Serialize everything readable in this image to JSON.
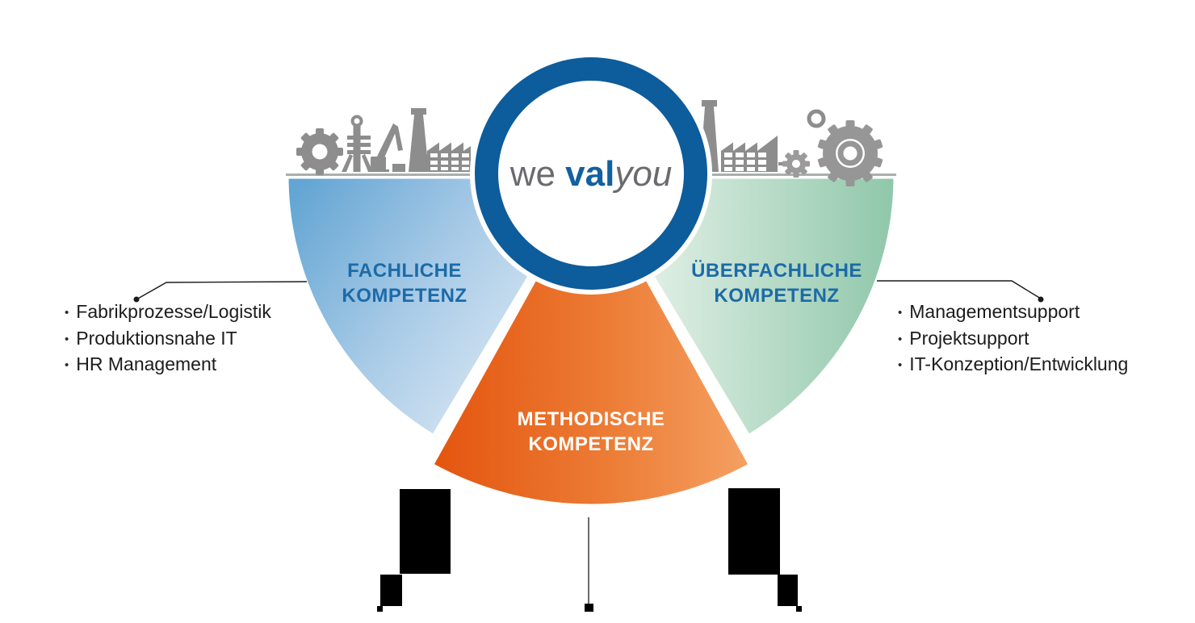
{
  "diagram": {
    "logo": {
      "part1": "we ",
      "part2": "val",
      "part3": "you"
    },
    "wedges": {
      "fachliche": {
        "title": "FACHLICHE KOMPETENZ"
      },
      "ueberfachliche": {
        "title": "ÜBERFACHLICHE KOMPETENZ"
      },
      "methodische": {
        "title": "METHODISCHE KOMPETENZ"
      }
    },
    "callouts": {
      "bullet": "•",
      "left": {
        "items": [
          "Fabrikprozesse/Logistik",
          "Produktionsnahe IT",
          "HR Management"
        ]
      },
      "right": {
        "items": [
          "Managementsupport",
          "Projektsupport",
          "IT-Konzeption/Entwicklung"
        ]
      }
    },
    "icons": [
      "gear-icon",
      "derrick-icon",
      "crane-icon",
      "chimney-icon",
      "factory-icon",
      "chain-dash-icon",
      "bubble-icon"
    ],
    "colors": {
      "ring_blue": "#0d5c9c",
      "title_blue": "#1c6ba8",
      "logo_gray": "#6a6b6e",
      "logo_blue": "#12609f",
      "wedge_blue_outer": "#63a5d3",
      "wedge_blue_inner": "#d7e6f3",
      "wedge_green_outer": "#8fc7aa",
      "wedge_green_inner": "#dcede2",
      "wedge_orange_left": "#e4540e",
      "wedge_orange_right": "#f5a163",
      "silhouette_gray": "#8d8d8d",
      "text_dark": "#1c1c1c"
    }
  }
}
